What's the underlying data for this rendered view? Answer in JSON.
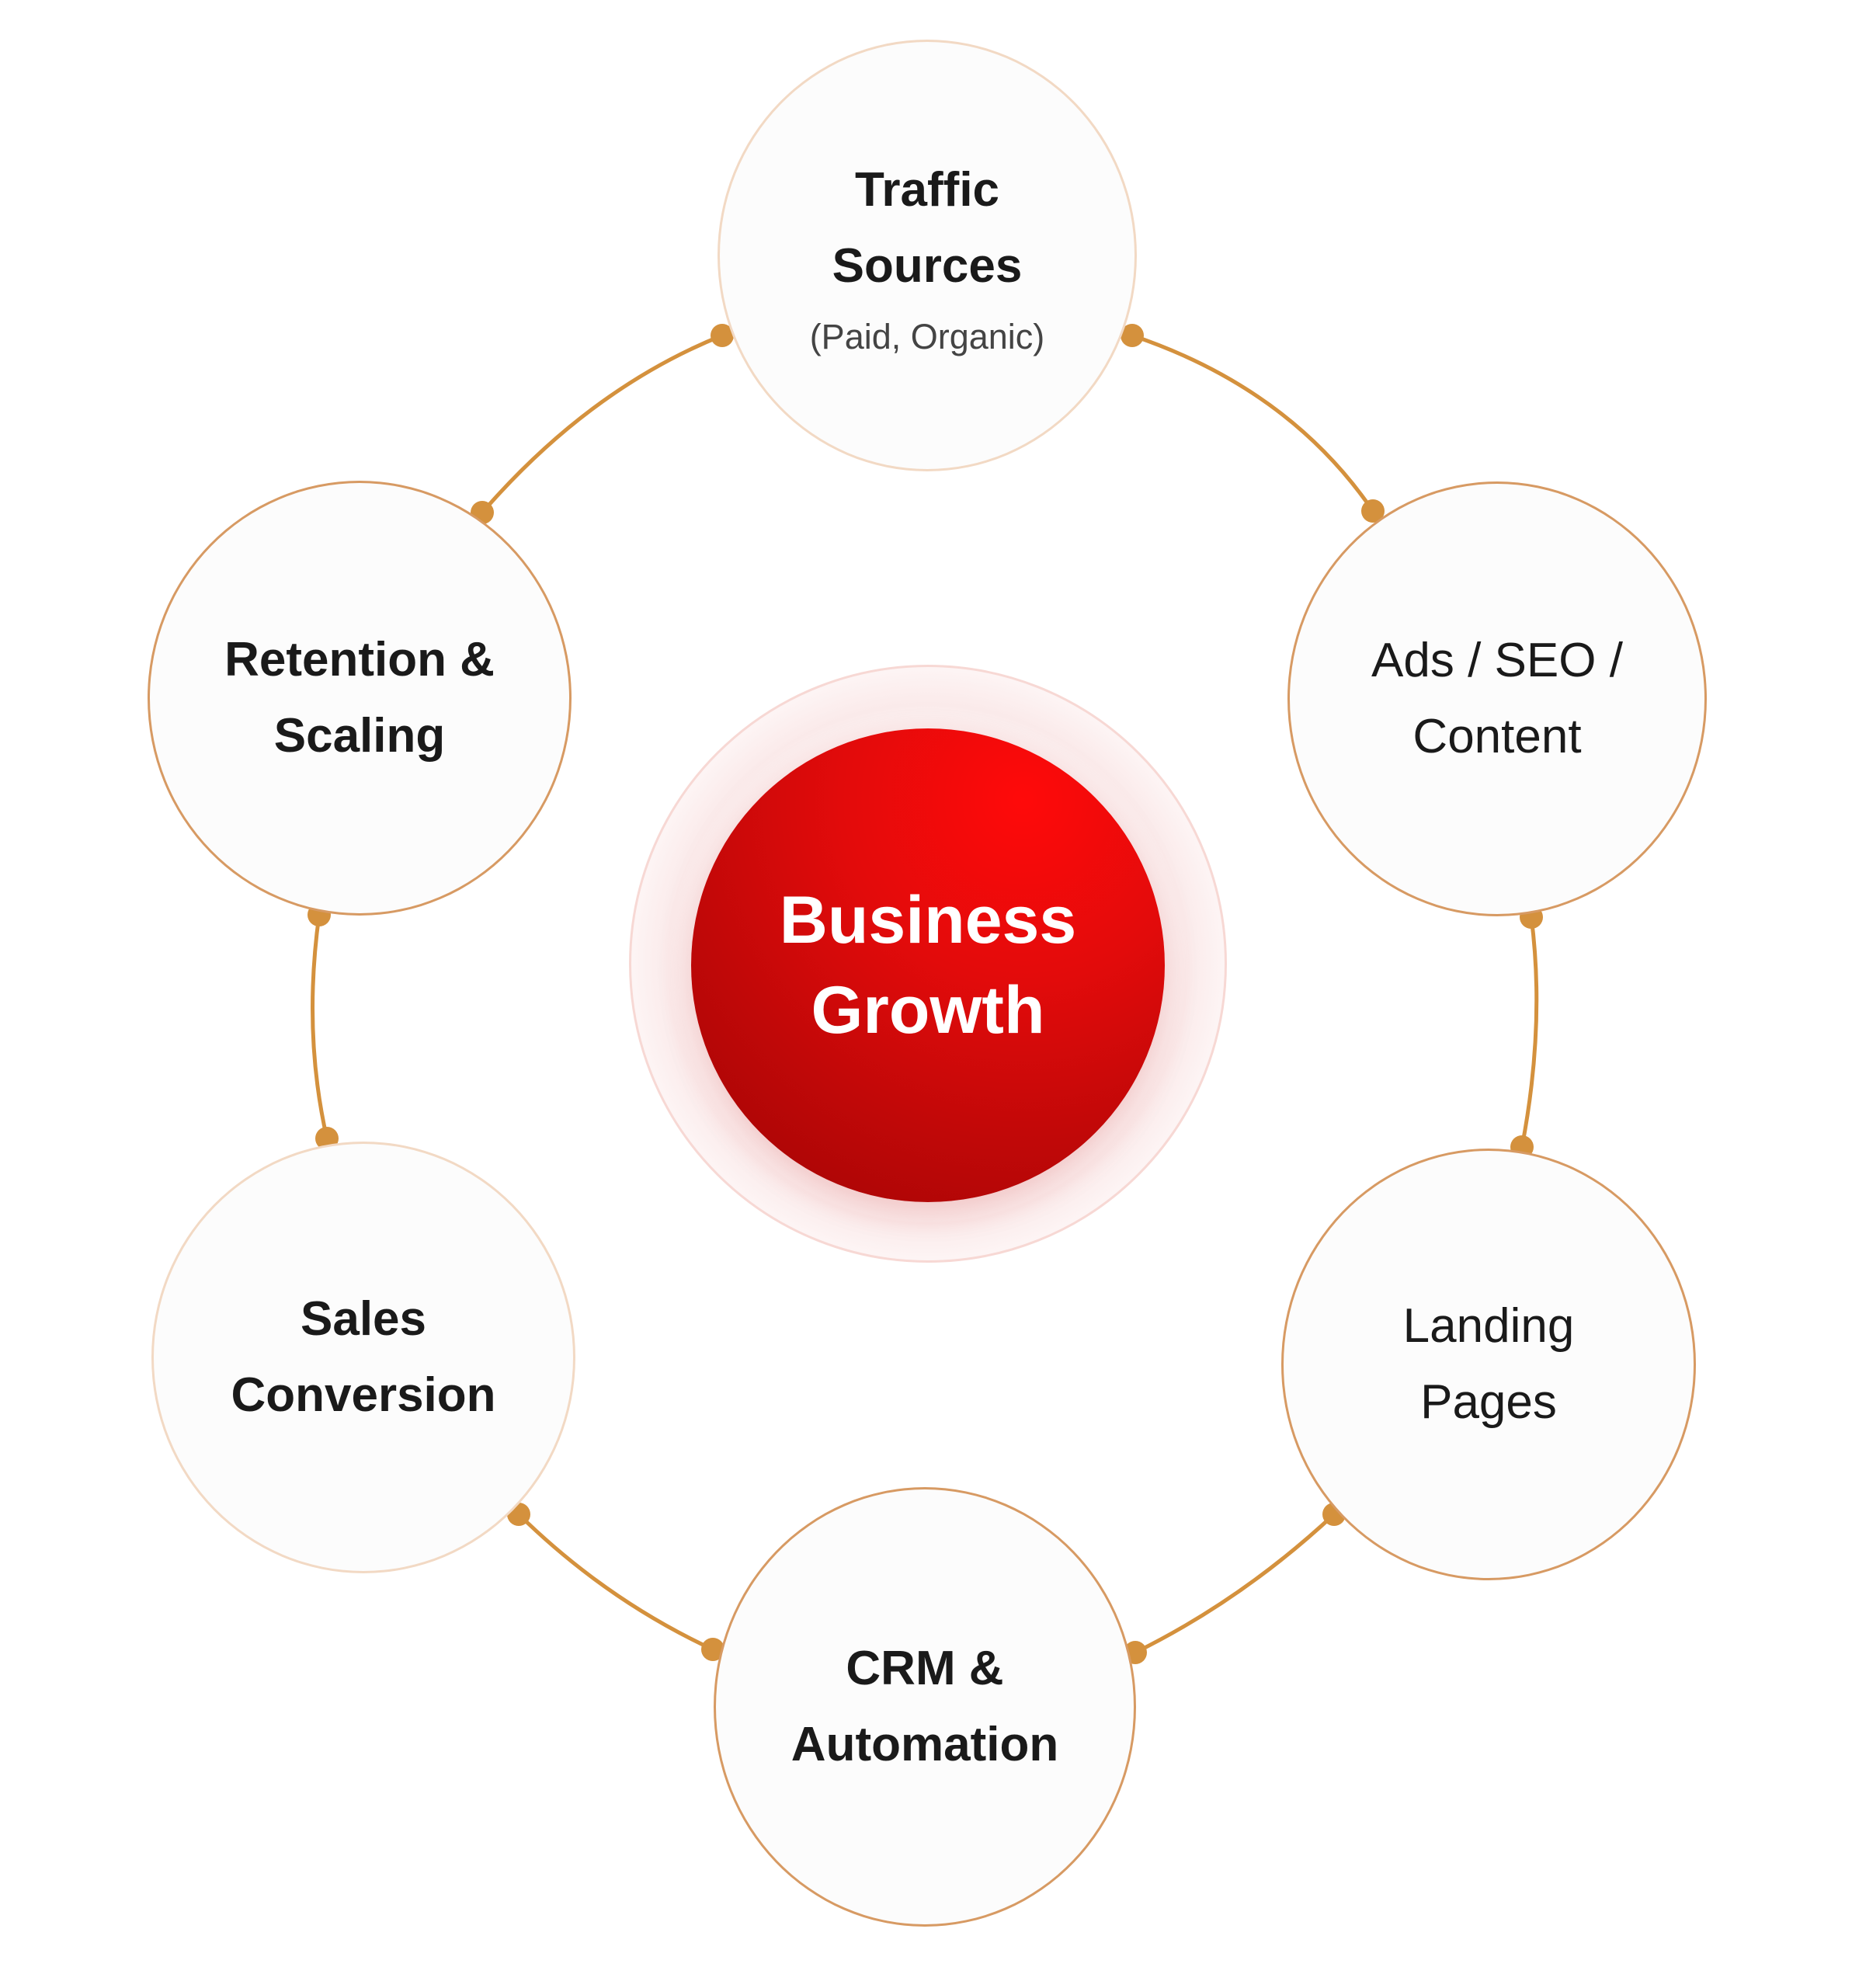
{
  "center": {
    "line1": "Business",
    "line2": "Growth"
  },
  "nodes": {
    "traffic": {
      "line1": "Traffic",
      "line2": "Sources",
      "sub": "(Paid, Organic)"
    },
    "ads": {
      "line1": "Ads / SEO /",
      "line2": "Content"
    },
    "landing": {
      "line1": "Landing",
      "line2": "Pages"
    },
    "crm": {
      "line1": "CRM &",
      "line2": "Automation"
    },
    "sales": {
      "line1": "Sales",
      "line2": "Conversion"
    },
    "retention": {
      "line1": "Retention &",
      "line2": "Scaling"
    }
  },
  "colors": {
    "accent": "#d4913d",
    "center_red": "#d10a0a",
    "text": "#1a1a1a"
  }
}
